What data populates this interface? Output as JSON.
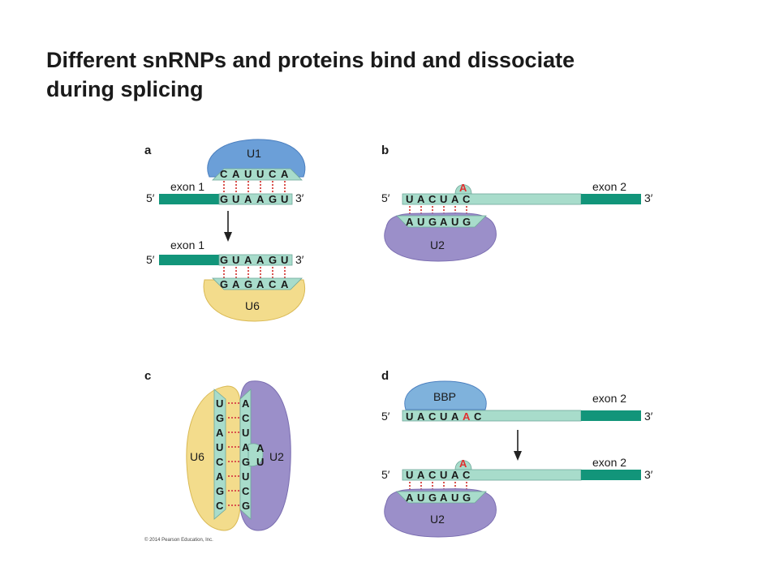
{
  "title": {
    "line1": "Different snRNPs  and proteins bind and dissociate",
    "line2": "during splicing"
  },
  "colors": {
    "u1_blue": "#6b9fd8",
    "u2_purple": "#9b8fc9",
    "u6_yellow": "#f3dc8c",
    "bbp_blue": "#7fb2dc",
    "exon_green": "#12957a",
    "intron_mint": "#a8dccb",
    "pair_red": "#d9534f",
    "branch_red": "#e03030"
  },
  "panels": {
    "a": {
      "label": "a",
      "top": {
        "snrnp": "U1",
        "five": "5′",
        "three": "3′",
        "exon": "exon 1",
        "rna": [
          "G",
          "U",
          "A",
          "A",
          "G",
          "U"
        ],
        "snrna": [
          "C",
          "A",
          "U",
          "U",
          "C",
          "A"
        ]
      },
      "bottom": {
        "snrnp": "U6",
        "five": "5′",
        "three": "3′",
        "exon": "exon 1",
        "rna": [
          "G",
          "U",
          "A",
          "A",
          "G",
          "U"
        ],
        "snrna": [
          "G",
          "A",
          "G",
          "A",
          "C",
          "A"
        ]
      }
    },
    "b": {
      "label": "b",
      "snrnp": "U2",
      "five": "5′",
      "three": "3′",
      "exon": "exon 2",
      "bulge": "A",
      "rna": [
        "U",
        "A",
        "C",
        "U",
        "A",
        "C"
      ],
      "snrna": [
        "A",
        "U",
        "G",
        "A",
        "U",
        "G"
      ]
    },
    "c": {
      "label": "c",
      "left_snrnp": "U6",
      "right_snrnp": "U2",
      "u6_seq": [
        "U",
        "G",
        "A",
        "U",
        "C",
        "A",
        "G",
        "C"
      ],
      "u2_seq": [
        "A",
        "C",
        "U",
        "A",
        "G",
        "U",
        "C",
        "G"
      ],
      "u2_bulge": [
        "A",
        "U"
      ]
    },
    "d": {
      "label": "d",
      "top": {
        "protein": "BBP",
        "five": "5′",
        "three": "3′",
        "exon": "exon 2",
        "rna": [
          "U",
          "A",
          "C",
          "U",
          "A",
          "A",
          "C"
        ]
      },
      "bottom": {
        "snrnp": "U2",
        "five": "5′",
        "three": "3′",
        "exon": "exon 2",
        "bulge": "A",
        "rna": [
          "U",
          "A",
          "C",
          "U",
          "A",
          "C"
        ],
        "snrna": [
          "A",
          "U",
          "G",
          "A",
          "U",
          "G"
        ]
      }
    }
  },
  "copyright": "© 2014 Pearson Education, Inc."
}
